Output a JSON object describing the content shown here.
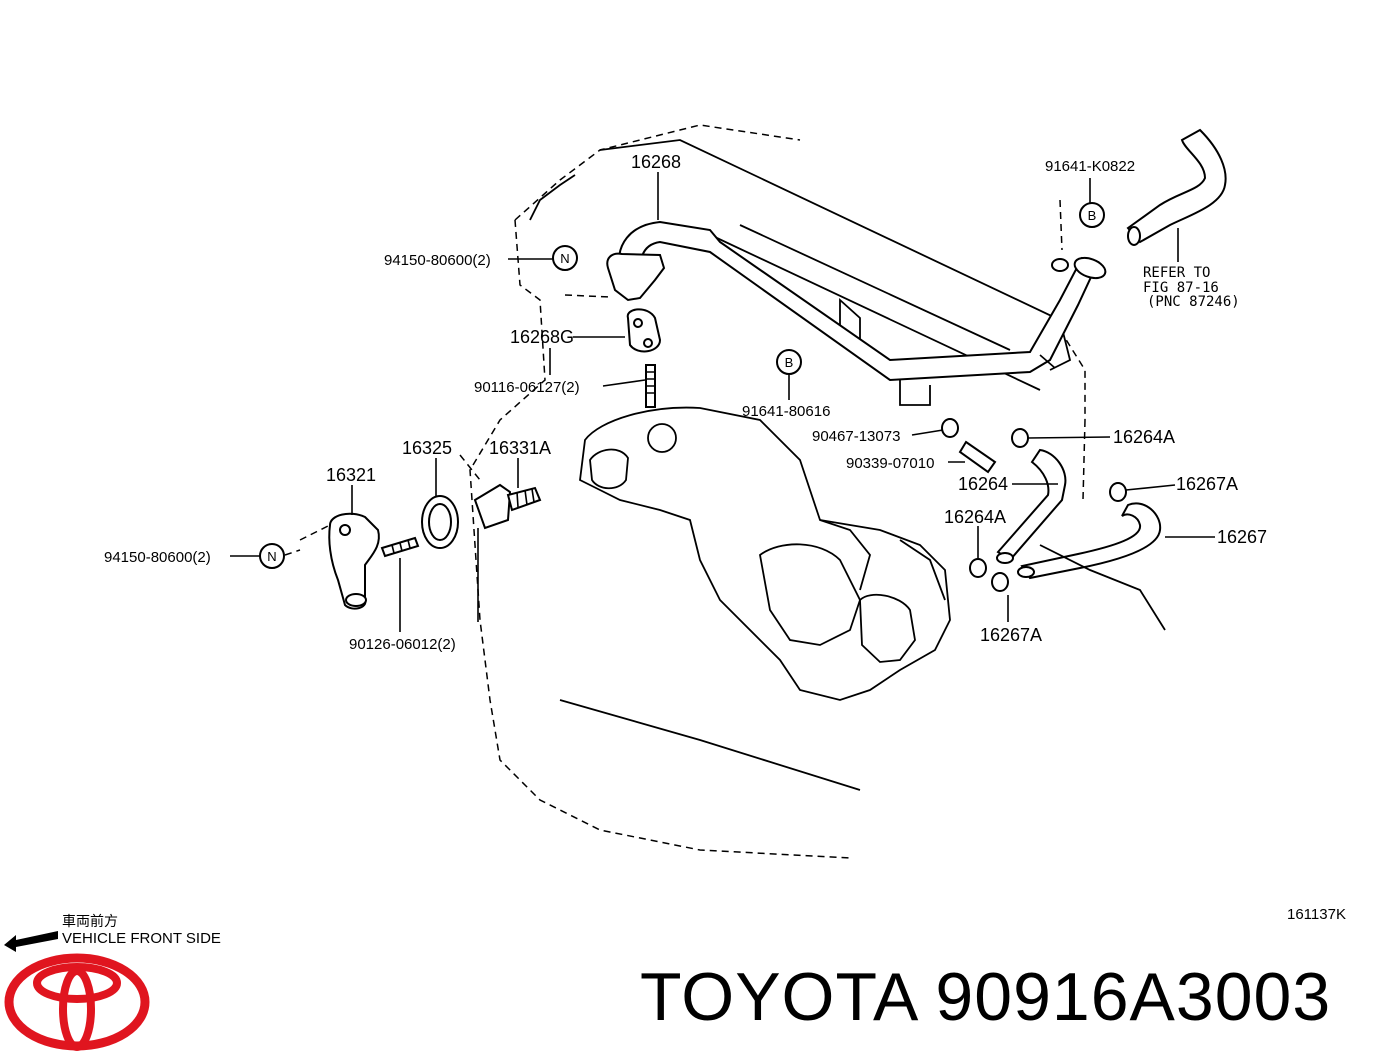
{
  "callouts": {
    "p16268": "16268",
    "p91641_k0822": "91641-K0822",
    "p94150_top": "94150-80600(2)",
    "p16268g": "16268G",
    "p90116": "90116-06127(2)",
    "p91641_80616": "91641-80616",
    "p90467": "90467-13073",
    "p90339": "90339-07010",
    "p16264a_top": "16264A",
    "p16264": "16264",
    "p16267a_top": "16267A",
    "p16264a_mid": "16264A",
    "p16267": "16267",
    "p16267a_bot": "16267A",
    "p16325": "16325",
    "p16331a": "16331A",
    "p16321": "16321",
    "p94150_left": "94150-80600(2)",
    "p90126": "90126-06012(2)"
  },
  "markers": {
    "n": "N",
    "b": "B"
  },
  "refer": {
    "line1": "REFER TO",
    "line2": "FIG 87-16",
    "line3": "(PNC 87246)"
  },
  "orientation": {
    "japanese": "車両前方",
    "english": "VEHICLE FRONT SIDE"
  },
  "figure_code": "161137K",
  "footer": {
    "brand_part": "TOYOTA 90916A3003"
  },
  "colors": {
    "logo_red": "#e0151f",
    "ink": "#000000"
  }
}
